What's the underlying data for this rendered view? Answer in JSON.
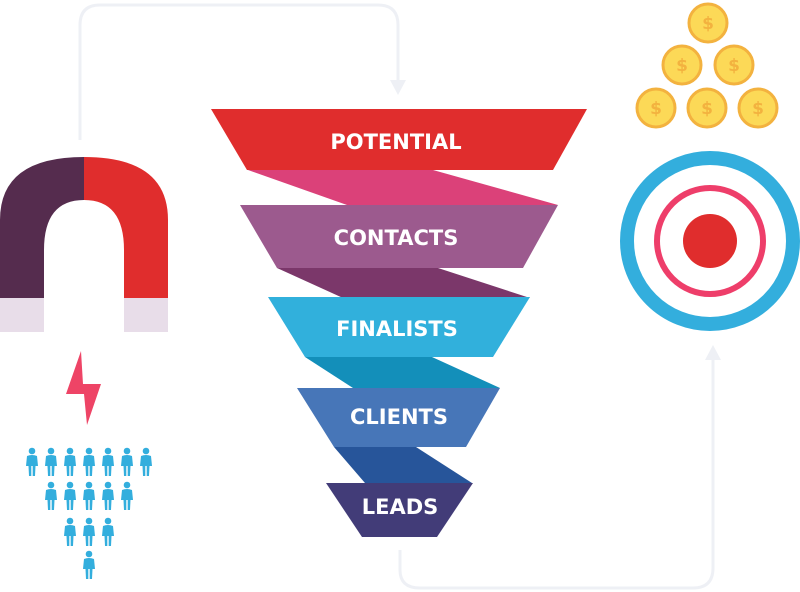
{
  "funnel": {
    "stages": [
      {
        "label": "POTENTIAL",
        "color": "#e02d2d",
        "connector_color": "#db4179"
      },
      {
        "label": "CONTACTS",
        "color": "#9c5a8e",
        "connector_color": "#7b376a"
      },
      {
        "label": "FINALISTS",
        "color": "#31b0dc",
        "connector_color": "#138fba"
      },
      {
        "label": "CLIENTS",
        "color": "#4776b8",
        "connector_color": "#27559a"
      },
      {
        "label": "LEADS",
        "color": "#423c78",
        "connector_color": null
      }
    ]
  },
  "coins": {
    "symbol": "$",
    "count": 6,
    "fill": "#fcd957",
    "stroke": "#f3b23f"
  },
  "target": {
    "outer_color": "#33aedd",
    "ring_color": "#ee3e6a",
    "center_color": "#e02d2d"
  },
  "magnet": {
    "left_color": "#552c4e",
    "right_color": "#e02d2d",
    "tip_color": "#e8dde9"
  },
  "lightning": {
    "color": "#ee4466"
  },
  "people": {
    "rows": [
      7,
      5,
      3,
      1
    ],
    "color": "#33aedd"
  },
  "flow_line_color": "#eef0f5"
}
